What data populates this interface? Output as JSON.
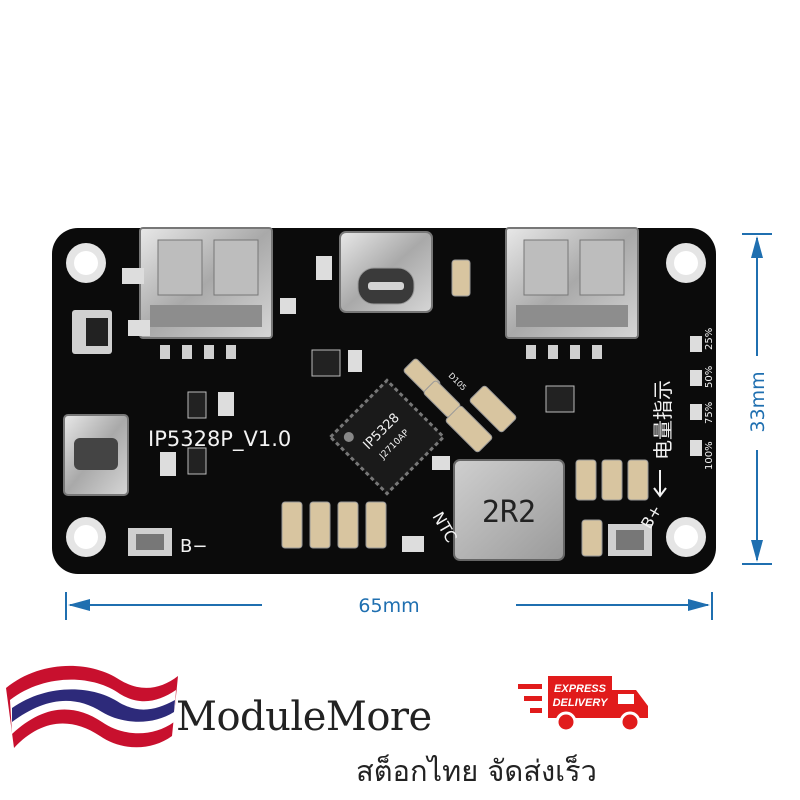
{
  "board": {
    "model_label": "IP5328P_V1.0",
    "chip_label_line1": "IP5328",
    "chip_label_line2": "J2710AP",
    "inductor_label": "2R2",
    "ntc_label": "NTC",
    "b_minus_label": "B−",
    "b_plus_label": "B+",
    "charge_indicator_label": "电量指示",
    "led_levels": [
      "25%",
      "50%",
      "75%",
      "100%"
    ],
    "resistor_label": "D105"
  },
  "dimensions": {
    "width_label": "65mm",
    "height_label": "33mm",
    "color": "#1f6fb0"
  },
  "branding": {
    "brand_name": "ModuleMore",
    "tagline": "สต็อกไทย จัดส่งเร็ว",
    "badge_line1": "EXPRESS",
    "badge_line2": "DELIVERY",
    "badge_color": "#e11b1b"
  }
}
